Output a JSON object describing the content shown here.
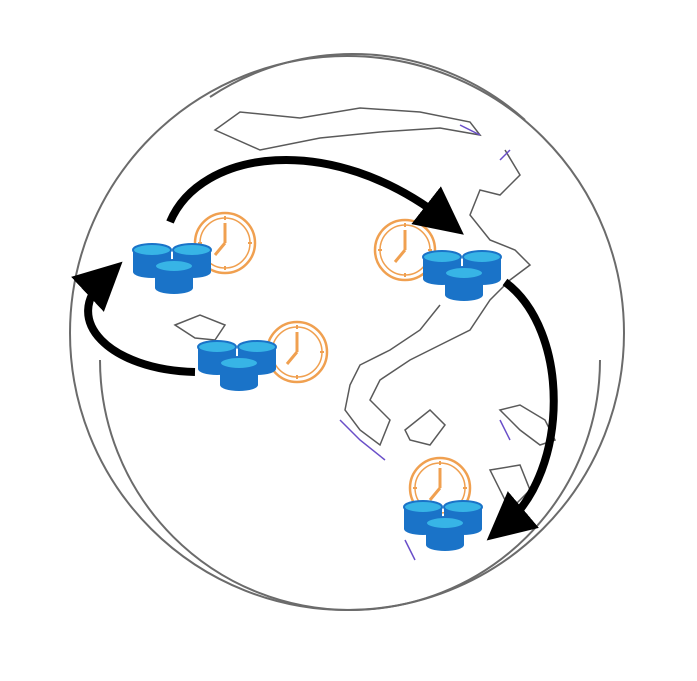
{
  "diagram": {
    "globe_icon": "globe-icon",
    "database_icon": "database-cluster-icon",
    "clock_icon": "clock-icon",
    "colors": {
      "globe_outline": "#6b6b6b",
      "land_outline": "#5a5a5a",
      "coast_accent": "#6a4fc9",
      "database": "#1a73c8",
      "database_top": "#37b4e6",
      "clock": "#f0a050",
      "arrow": "#000000"
    },
    "nodes": [
      {
        "id": "region-1"
      },
      {
        "id": "region-2"
      },
      {
        "id": "region-3"
      },
      {
        "id": "region-4"
      }
    ],
    "edges": [
      {
        "from": "region-2",
        "to": "region-1"
      },
      {
        "from": "region-1",
        "to": "region-3"
      },
      {
        "from": "region-3",
        "to": "region-4"
      }
    ]
  }
}
